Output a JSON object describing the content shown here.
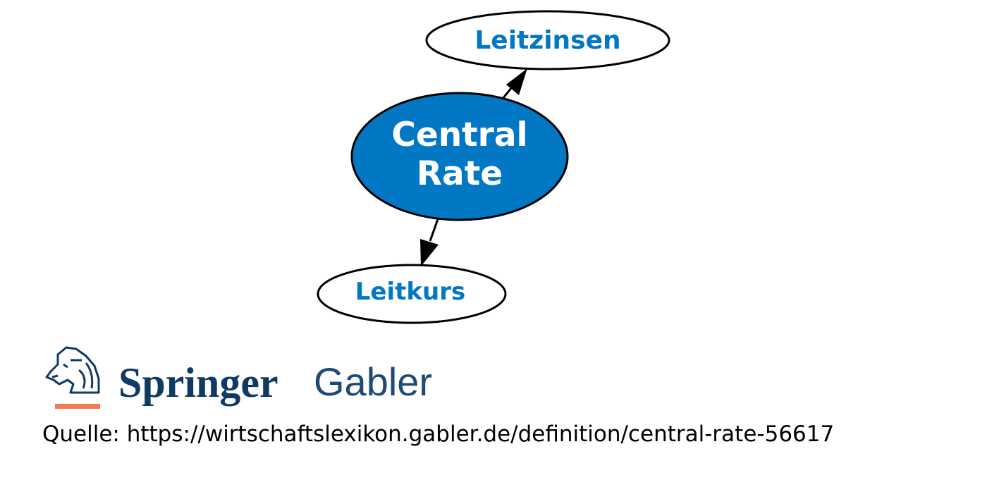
{
  "colors": {
    "center_fill": "#0277c4",
    "center_text": "#ffffff",
    "outer_fill": "#ffffff",
    "outer_text": "#0277c4",
    "stroke": "#000000",
    "logo_navy": "#0f3a64",
    "logo_gray": "#1f4a74",
    "logo_accent": "#f47b50"
  },
  "nodes": {
    "center": {
      "line1": "Central",
      "line2": "Rate"
    },
    "leitzinsen": {
      "label": "Leitzinsen"
    },
    "leitkurs": {
      "label": "Leitkurs"
    }
  },
  "logo": {
    "springer": "Springer",
    "gabler": "Gabler",
    "icon": "knight-horse-icon"
  },
  "footer": {
    "source": "Quelle: https://wirtschaftslexikon.gabler.de/definition/central-rate-56617"
  }
}
